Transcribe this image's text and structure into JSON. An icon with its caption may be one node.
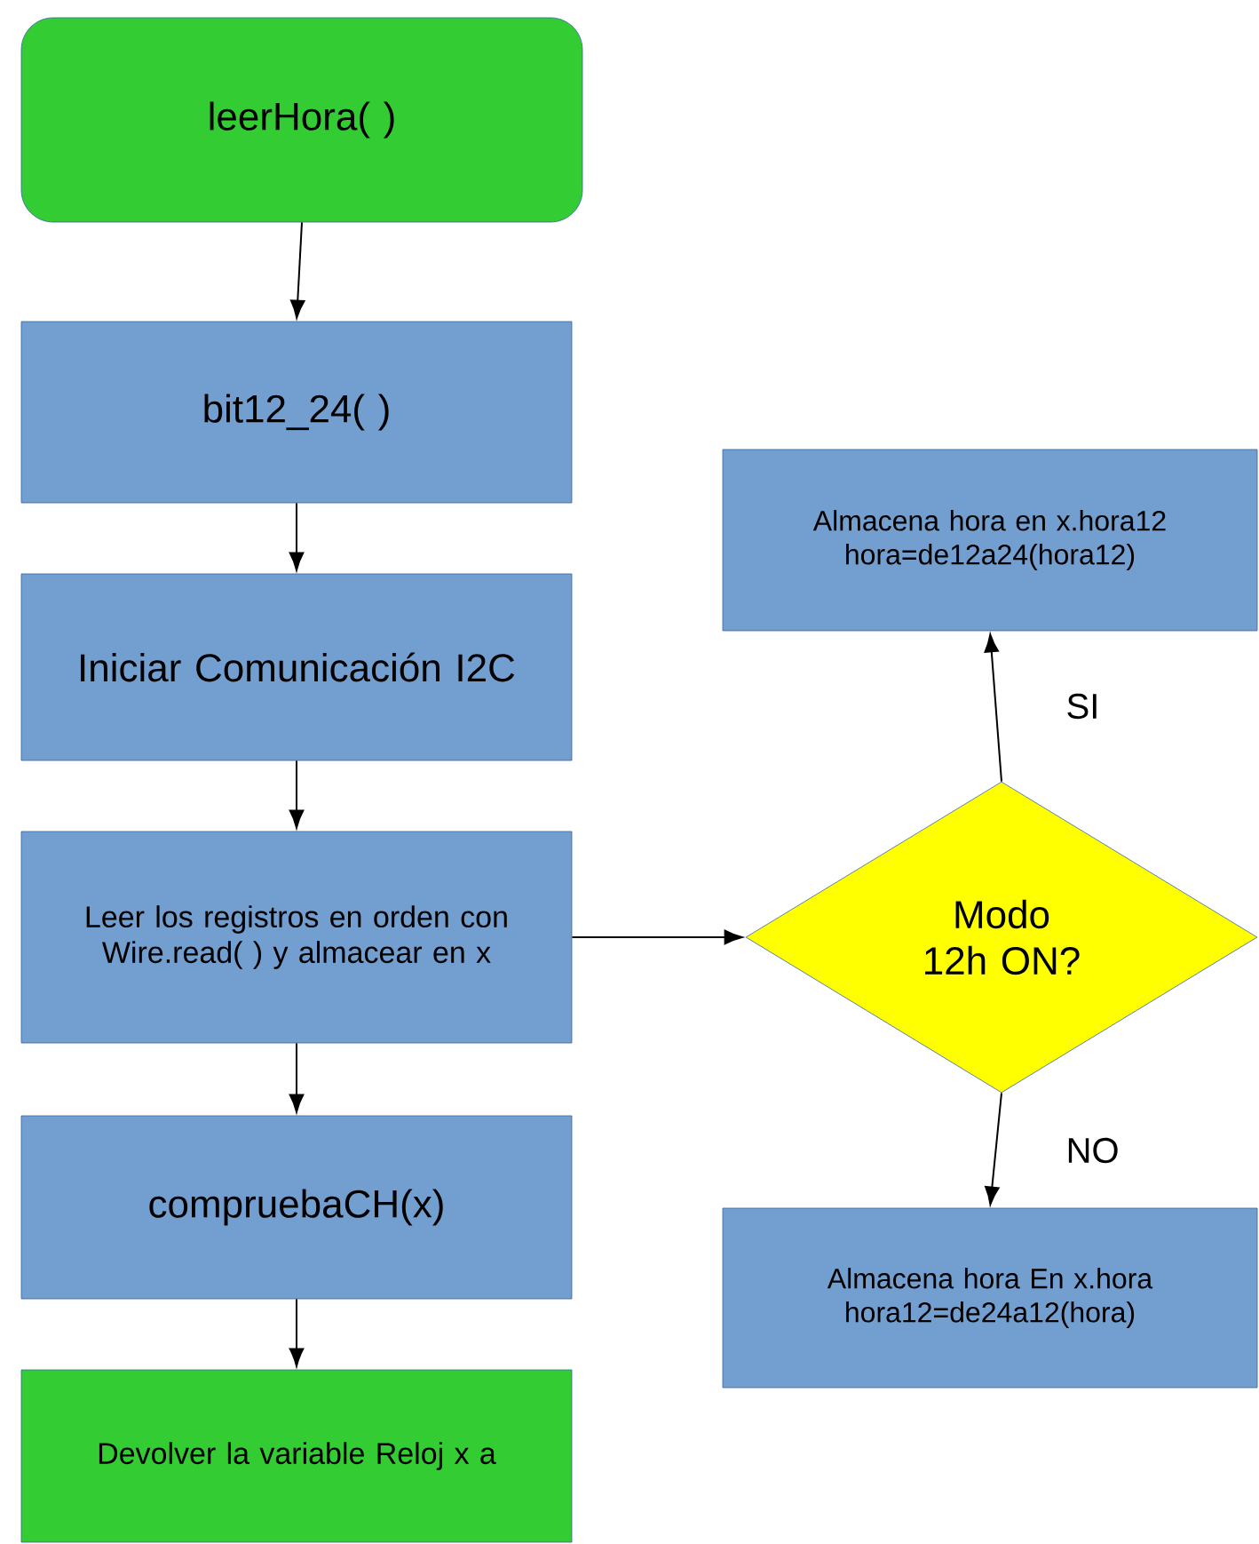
{
  "diagram": {
    "nodes": [
      {
        "text": [
          "leerHora( )"
        ]
      },
      {
        "text": [
          "bit12_24( )"
        ]
      },
      {
        "text": [
          "Iniciar Comunicación I2C"
        ]
      },
      {
        "text": [
          "Leer los registros en orden con Wire.read( ) y almacear en x"
        ]
      },
      {
        "text": [
          "compruebaCH(x)"
        ]
      },
      {
        "text": [
          "Devolver la variable Reloj x a"
        ]
      },
      {
        "text": [
          "Almacena hora en x.hora12 hora=de12a24(hora12)"
        ]
      },
      {
        "text": [
          "Modo 12h ON?"
        ]
      },
      {
        "text": [
          "Almacena hora En x.hora hora12=de24a12(hora)"
        ]
      }
    ],
    "edges": [
      {
        "from": 0,
        "to": 1,
        "arrow": "to"
      },
      {
        "from": 1,
        "to": 2,
        "arrow": "to"
      },
      {
        "from": 2,
        "to": 3,
        "arrow": "to"
      },
      {
        "from": 3,
        "to": 4,
        "arrow": "to"
      },
      {
        "from": 4,
        "to": 5,
        "arrow": "to"
      },
      {
        "from": 3,
        "to": 7,
        "arrow": "to"
      },
      {
        "from": 7,
        "to": 6,
        "label": "SI",
        "arrow": "to"
      },
      {
        "from": 7,
        "to": 8,
        "label": "NO",
        "arrow": "to"
      }
    ]
  }
}
